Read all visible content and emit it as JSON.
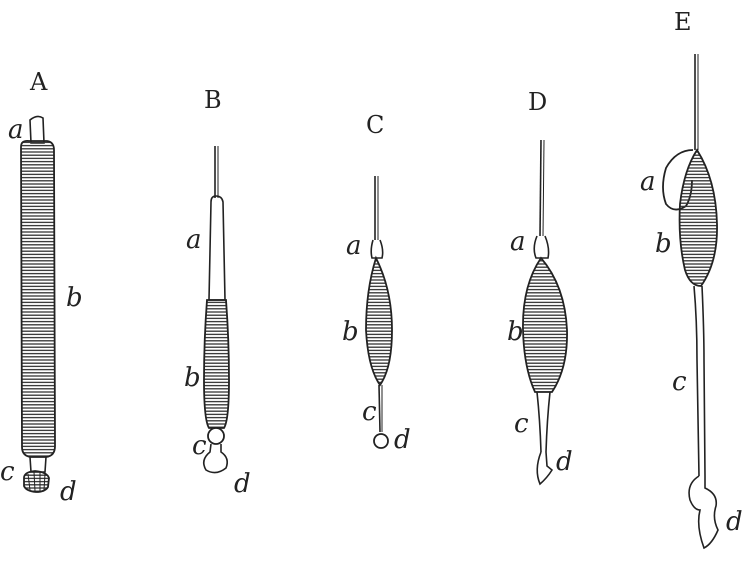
{
  "figure": {
    "panels": [
      {
        "id": "A",
        "label": "A",
        "parts": {
          "a": "a",
          "b": "b",
          "c": "c",
          "d": "d"
        }
      },
      {
        "id": "B",
        "label": "B",
        "parts": {
          "a": "a",
          "b": "b",
          "c": "c",
          "d": "d"
        }
      },
      {
        "id": "C",
        "label": "C",
        "parts": {
          "a": "a",
          "b": "b",
          "c": "c",
          "d": "d"
        }
      },
      {
        "id": "D",
        "label": "D",
        "parts": {
          "a": "a",
          "b": "b",
          "c": "c",
          "d": "d"
        }
      },
      {
        "id": "E",
        "label": "E",
        "parts": {
          "a": "a",
          "b": "b",
          "c": "c",
          "d": "d"
        }
      }
    ]
  },
  "colors": {
    "ink": "#222222",
    "paper": "#ffffff"
  }
}
